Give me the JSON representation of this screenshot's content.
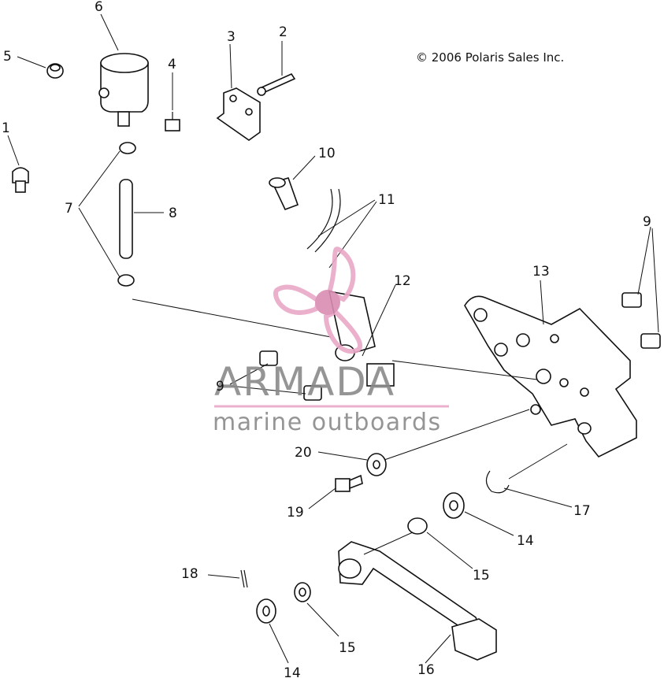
{
  "copyright": "© 2006 Polaris Sales Inc.",
  "watermark": {
    "brand": "ARMADA",
    "tagline": "marine outboards",
    "color_pink": "#e9a8c7",
    "color_pink_dark": "#d98cb2",
    "color_gray": "#8a8a8a"
  },
  "callouts": {
    "c1": "1",
    "c2": "2",
    "c3": "3",
    "c4": "4",
    "c5": "5",
    "c6": "6",
    "c7": "7",
    "c8": "8",
    "c9a": "9",
    "c9b": "9",
    "c10": "10",
    "c11": "11",
    "c12": "12",
    "c13": "13",
    "c14a": "14",
    "c14b": "14",
    "c15a": "15",
    "c15b": "15",
    "c16": "16",
    "c17": "17",
    "c18": "18",
    "c19": "19",
    "c20": "20"
  }
}
